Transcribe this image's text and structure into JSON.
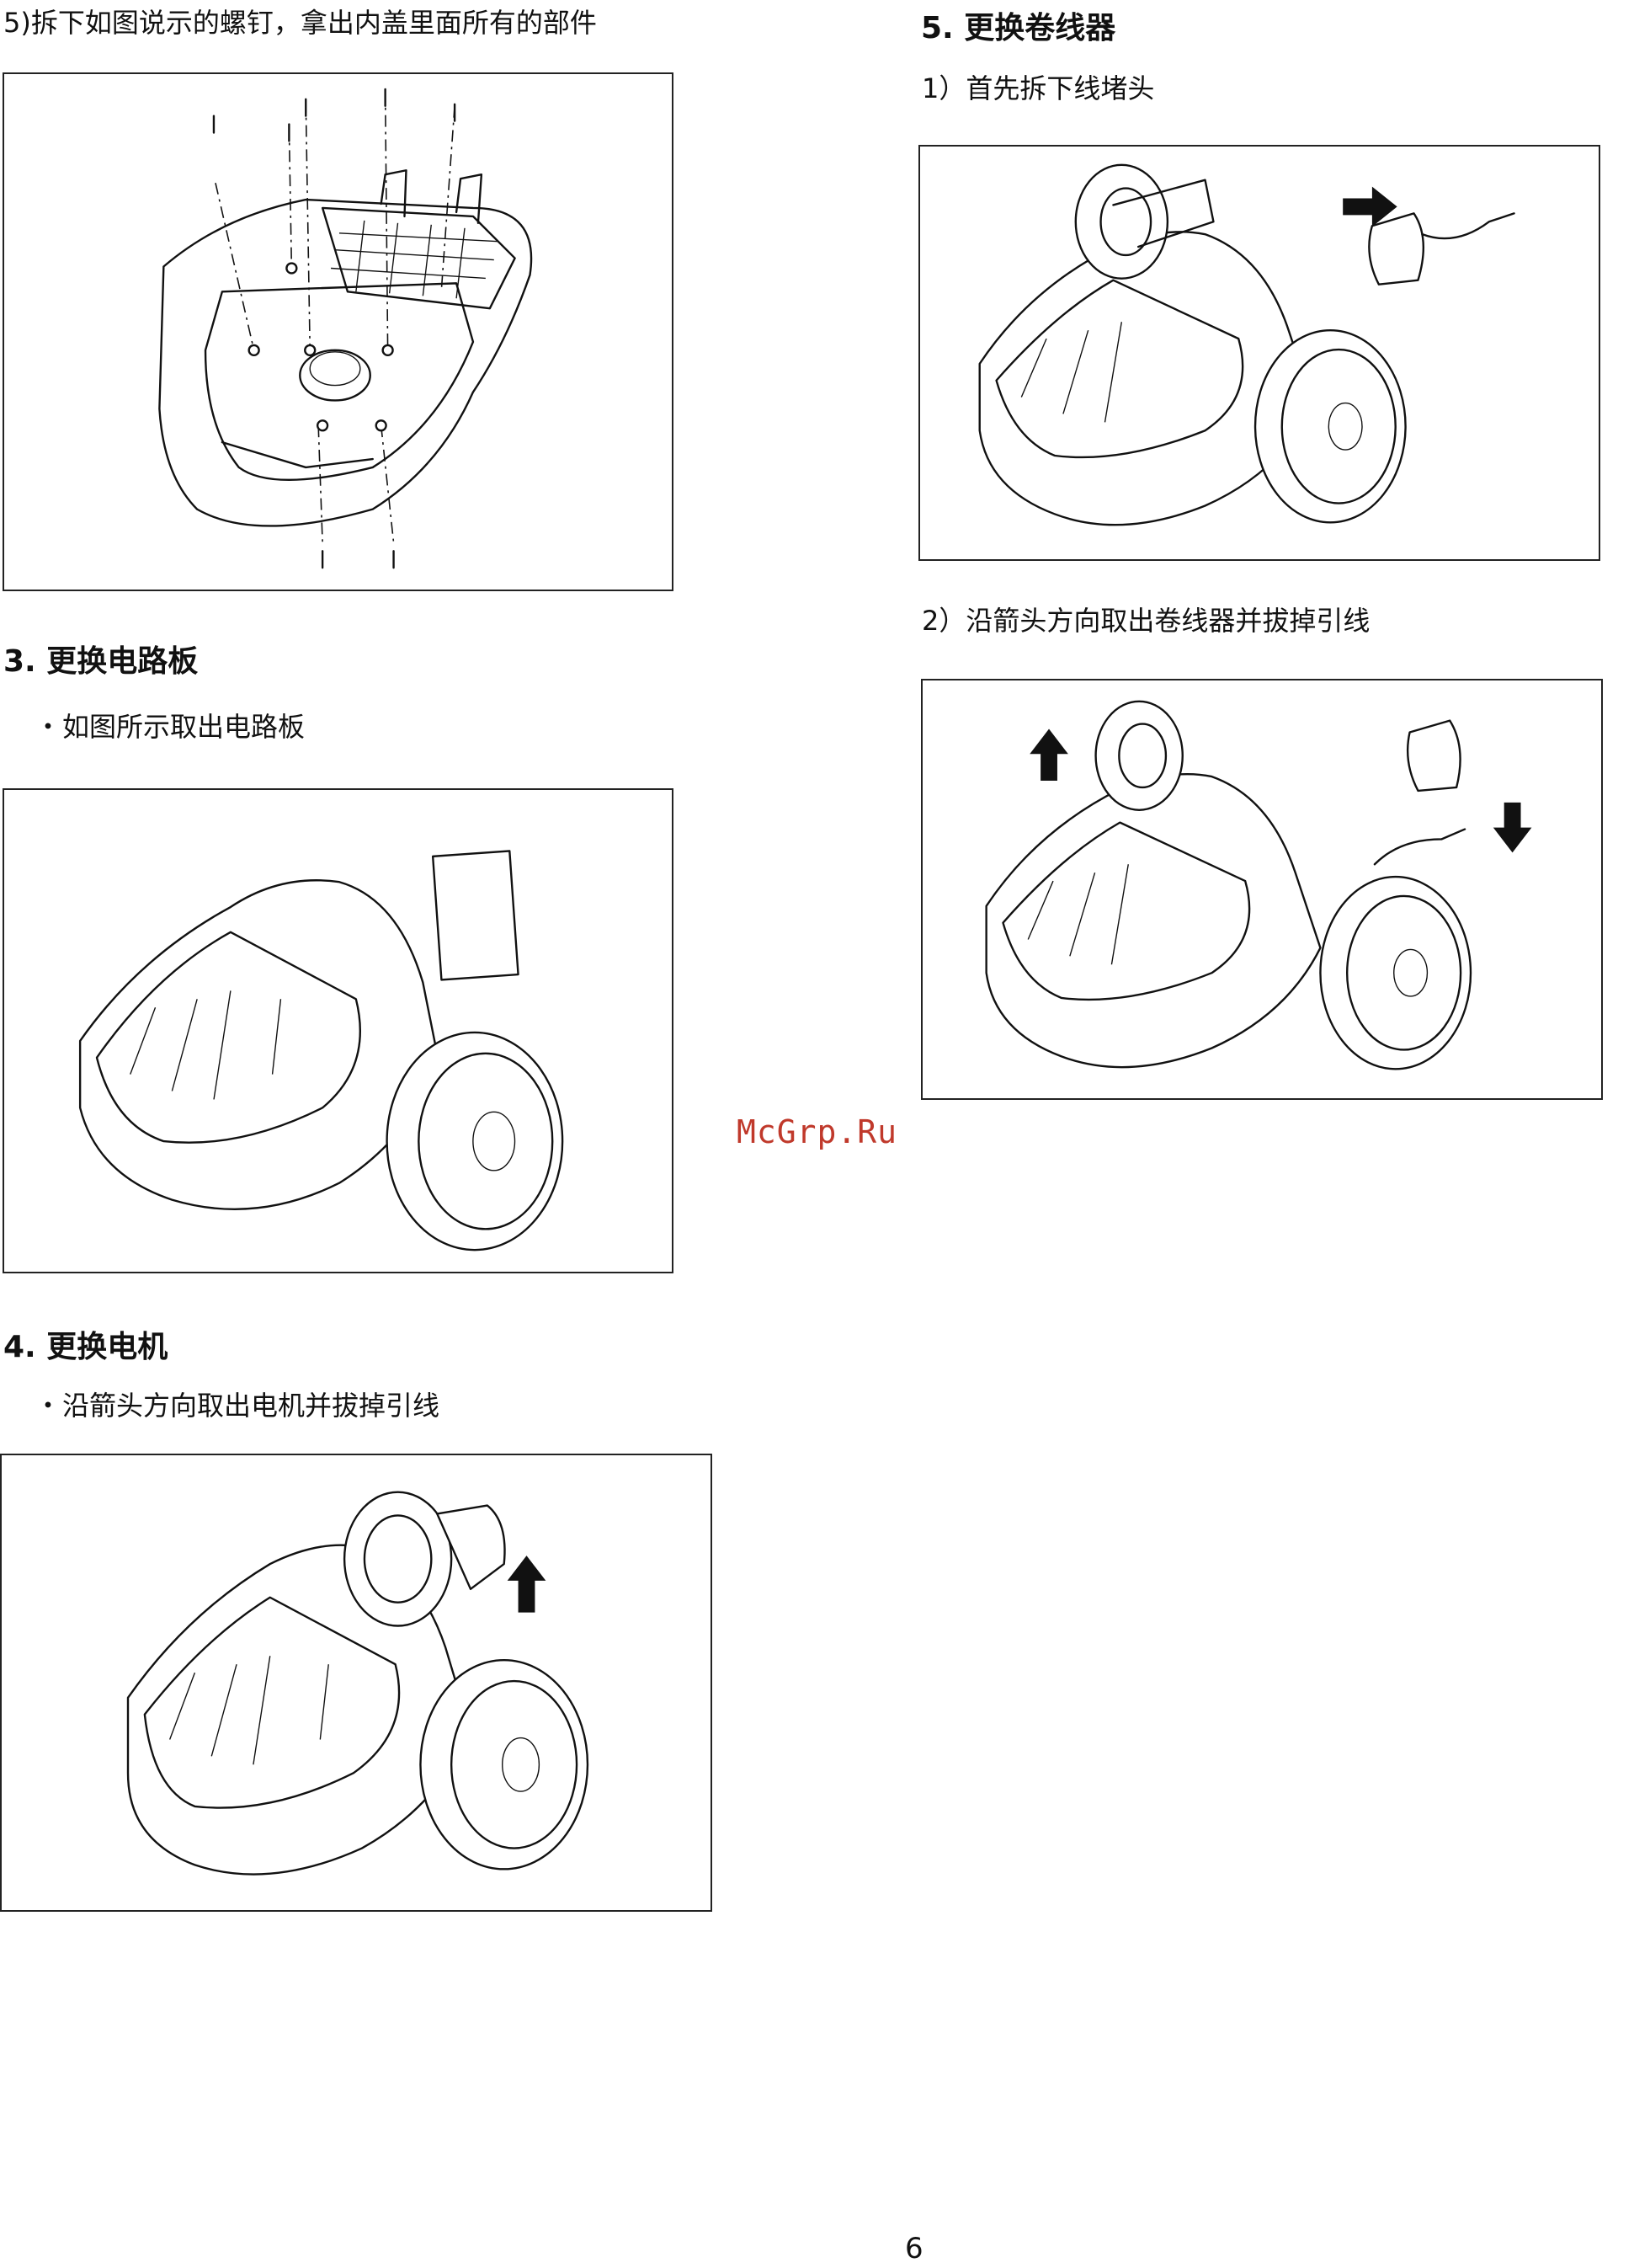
{
  "left_column": {
    "step5_caption": "5)拆下如图说示的螺钉，拿出内盖里面所有的部件",
    "section3": {
      "title": "3. 更换电路板",
      "bullet": "如图所示取出电路板"
    },
    "section4": {
      "title": "4. 更换电机",
      "bullet": "沿箭头方向取出电机并拔掉引线"
    }
  },
  "right_column": {
    "section5": {
      "title": "5. 更换卷线器",
      "step1": "1）首先拆下线堵头",
      "step2": "2）沿箭头方向取出卷线器并拔掉引线"
    }
  },
  "bullet_symbol": "・",
  "watermark": "McGrp.Ru",
  "page_number": "6",
  "colors": {
    "text": "#111111",
    "watermark": "#c0392b",
    "frame_border": "#222222"
  }
}
